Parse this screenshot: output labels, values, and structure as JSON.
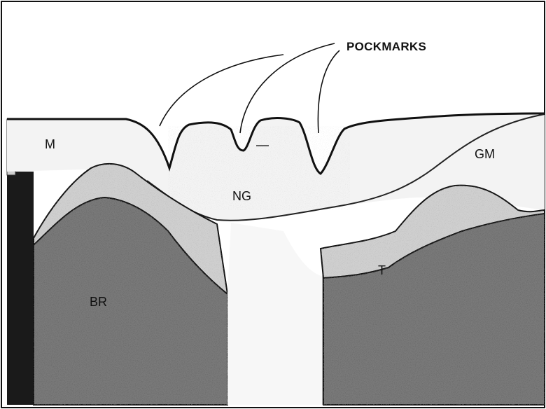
{
  "diagram": {
    "title_callout": "POCKMARKS",
    "labels": {
      "m": "M",
      "gm": "GM",
      "ng": "NG",
      "t": "T",
      "br": "BR"
    }
  },
  "colors": {
    "background": "#ffffff",
    "bedrock_speckle_dark": "#2a2a2a",
    "bedrock_base": "#8a8a8a",
    "till": "#cfcfcf",
    "glacial_marine": "#f2f2f2",
    "outline": "#111111"
  }
}
